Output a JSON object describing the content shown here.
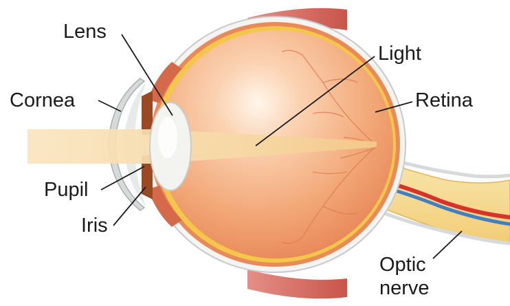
{
  "diagram": {
    "labels": {
      "lens": "Lens",
      "light": "Light",
      "cornea": "Cornea",
      "retina": "Retina",
      "pupil": "Pupil",
      "iris": "Iris",
      "optic_line1": "Optic",
      "optic_line2": "nerve"
    },
    "colors": {
      "sclera_outline": "#c9c9c9",
      "eyeball_fill": "#f2a777",
      "eyeball_glow": "#fde3cf",
      "retina_layer": "#e98a5a",
      "choroid_yellow": "#f4c74a",
      "light_beam": "#f7d9a6",
      "lens_fill": "#f3f3f0",
      "iris_brown": "#9a4a22",
      "cornea_gray": "#d7dada",
      "optic_nerve": "#f6dc93",
      "artery_red": "#d8322b",
      "vein_blue": "#3f7fc2",
      "muscle_pink": "#d86a5f",
      "pointer_line": "#1a1a1a"
    }
  }
}
